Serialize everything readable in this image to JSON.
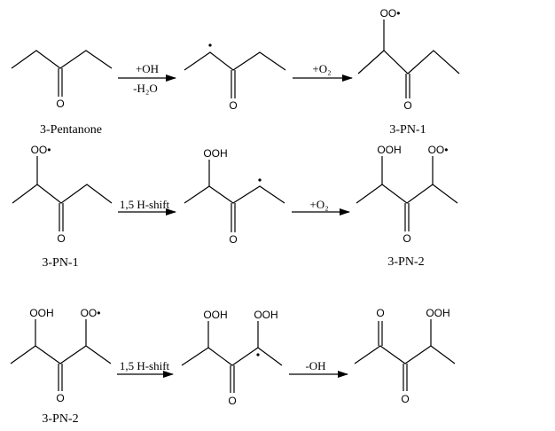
{
  "rows": [
    {
      "steps": [
        {
          "reagent_above": "+OH",
          "reagent_below": "-H₂O"
        },
        {
          "reagent_above": "+O₂"
        }
      ],
      "molecules": [
        {
          "name": "3-Pentanone",
          "atoms": [
            "O"
          ]
        },
        {
          "atoms": [
            "O"
          ]
        },
        {
          "name": "3-PN-1",
          "atoms": [
            "OO•",
            "O"
          ]
        }
      ]
    },
    {
      "steps": [
        {
          "reagent_above": "1,5 H-shift"
        },
        {
          "reagent_above": "+O₂"
        }
      ],
      "molecules": [
        {
          "name": "3-PN-1",
          "atoms": [
            "OO•",
            "O"
          ]
        },
        {
          "atoms": [
            "OOH",
            "O"
          ]
        },
        {
          "name": "3-PN-2",
          "atoms": [
            "OOH",
            "OO•",
            "O"
          ]
        }
      ]
    },
    {
      "steps": [
        {
          "reagent_above": "1,5 H-shift"
        },
        {
          "reagent_above": "-OH"
        }
      ],
      "molecules": [
        {
          "name": "3-PN-2",
          "atoms": [
            "OOH",
            "OO•",
            "O"
          ]
        },
        {
          "atoms": [
            "OOH",
            "OOH",
            "O"
          ]
        },
        {
          "atoms": [
            "O",
            "OOH",
            "O"
          ]
        }
      ]
    }
  ]
}
